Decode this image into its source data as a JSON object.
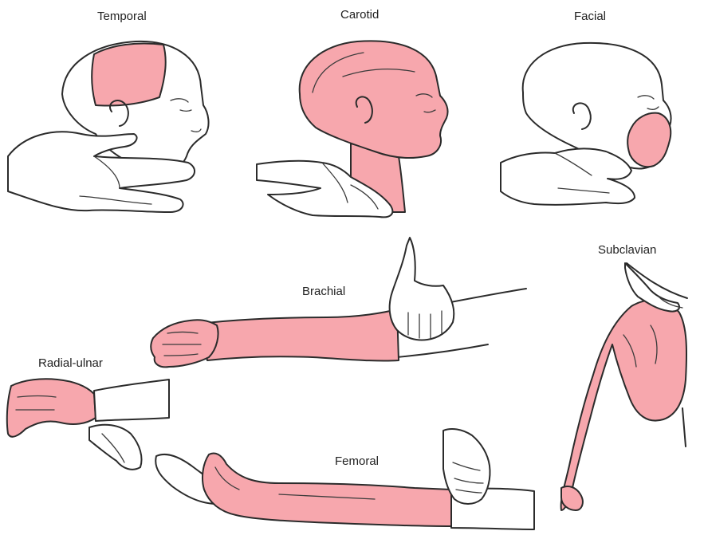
{
  "labels": {
    "temporal": "Temporal",
    "carotid": "Carotid",
    "facial": "Facial",
    "subclavian": "Subclavian",
    "brachial": "Brachial",
    "radial_ulnar": "Radial-ulnar",
    "femoral": "Femoral"
  },
  "colors": {
    "highlight": "#f7a7ad",
    "outline": "#2b2b2b",
    "background": "#ffffff"
  }
}
